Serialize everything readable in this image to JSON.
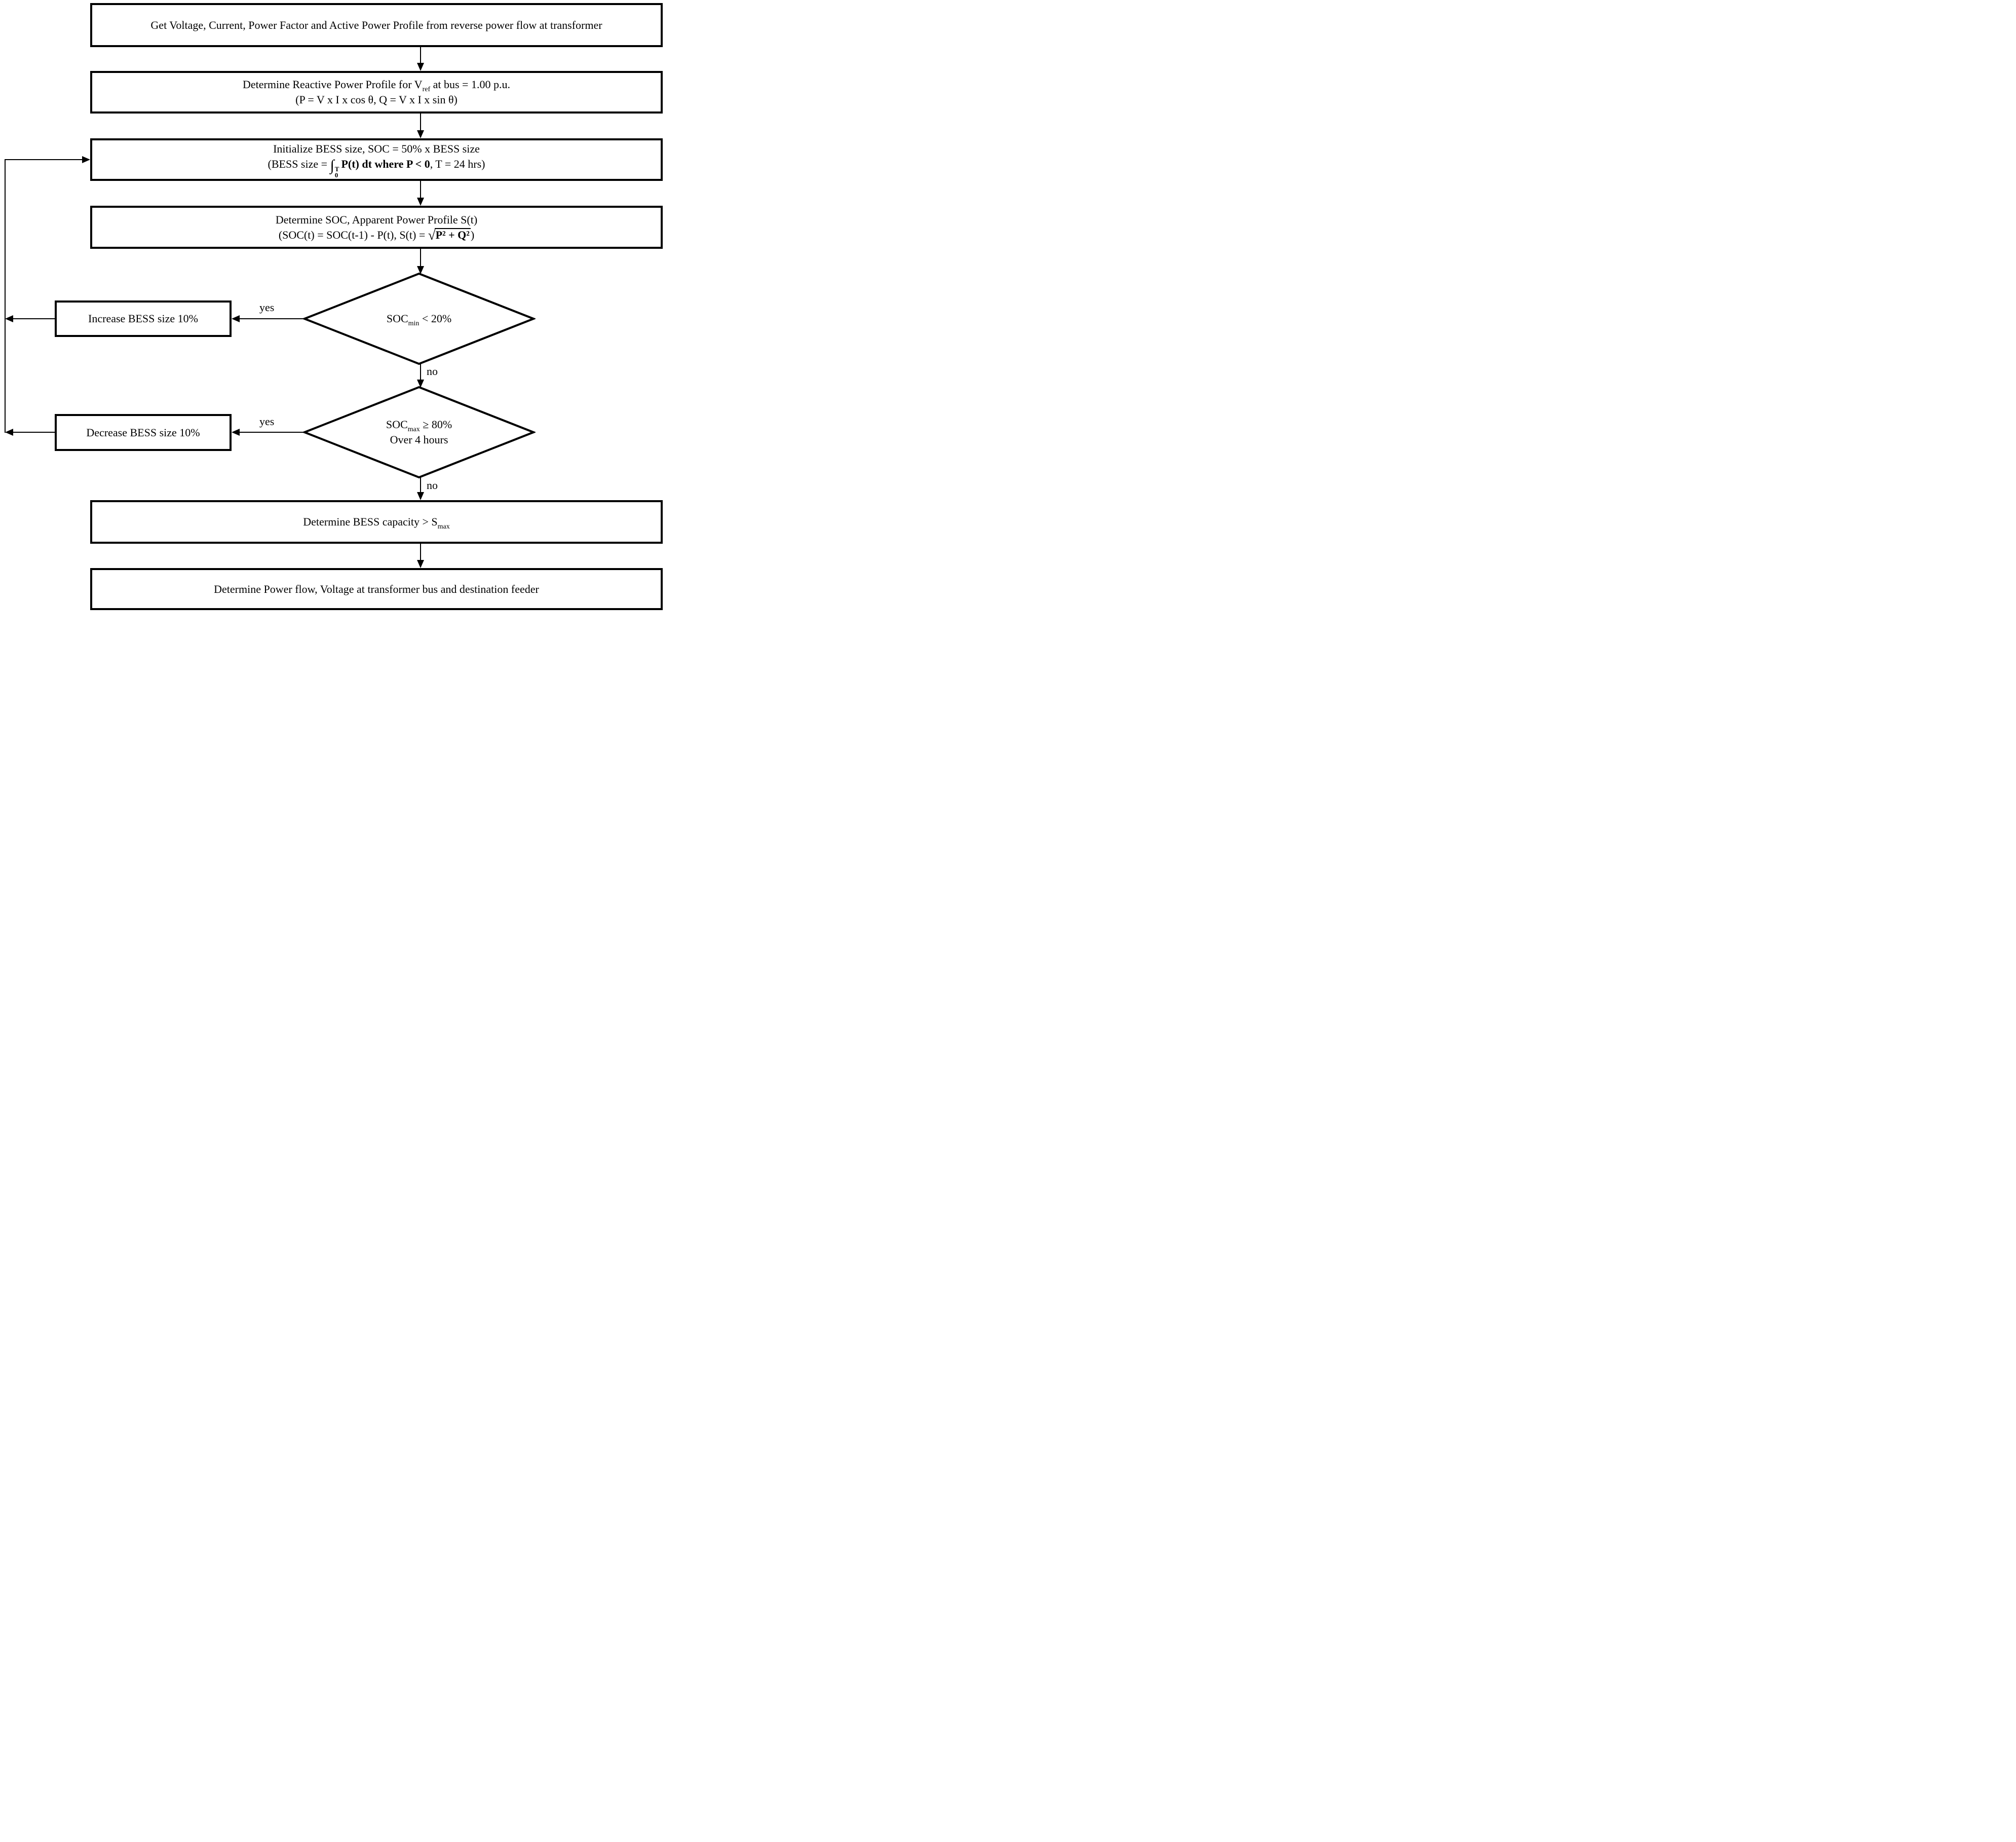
{
  "labels": {
    "d1_yes": "yes",
    "d1_no": "no",
    "d2_yes": "yes",
    "d2_no": "no"
  },
  "flowchart": {
    "nodes": [
      {
        "id": "get-profiles",
        "type": "process",
        "lines": [
          [
            {
              "t": "Get Voltage, Current, Power Factor and Active Power Profile from reverse power flow at transformer",
              "s": "n"
            }
          ]
        ]
      },
      {
        "id": "reactive-power",
        "type": "process",
        "lines": [
          [
            {
              "t": "Determine Reactive Power Profile for V",
              "s": "n"
            },
            {
              "t": "ref",
              "s": "sub"
            },
            {
              "t": " at bus = 1.00 p.u.",
              "s": "n"
            }
          ],
          [
            {
              "t": "(P = V x I x cos θ, Q = V x I x sin θ)",
              "s": "n"
            }
          ]
        ]
      },
      {
        "id": "init-bess",
        "type": "process",
        "lines": [
          [
            {
              "t": "Initialize BESS size, SOC = 50% x BESS size",
              "s": "n"
            }
          ],
          [
            {
              "t": "(BESS size = ",
              "s": "n"
            },
            {
              "t": "∫",
              "s": "int"
            },
            {
              "t": "T|0",
              "s": "limits"
            },
            {
              "t": "P(t) dt where P < 0",
              "s": "b"
            },
            {
              "t": ", T = 24 hrs)",
              "s": "n"
            }
          ]
        ]
      },
      {
        "id": "determine-soc",
        "type": "process",
        "lines": [
          [
            {
              "t": "Determine SOC, Apparent Power Profile S(t)",
              "s": "n"
            }
          ],
          [
            {
              "t": "(SOC(t) = SOC(t-1) - P(t), S(t) = ",
              "s": "n"
            },
            {
              "t": "√",
              "s": "sqrt"
            },
            {
              "t": "P² + Q²",
              "s": "rad"
            },
            {
              "t": ")",
              "s": "n"
            }
          ]
        ]
      },
      {
        "id": "soc-min",
        "type": "decision",
        "lines": [
          [
            {
              "t": "SOC",
              "s": "n"
            },
            {
              "t": "min",
              "s": "sub"
            },
            {
              "t": " < 20%",
              "s": "n"
            }
          ]
        ]
      },
      {
        "id": "increase-bess",
        "type": "process",
        "lines": [
          [
            {
              "t": "Increase BESS size 10%",
              "s": "n"
            }
          ]
        ]
      },
      {
        "id": "soc-max",
        "type": "decision",
        "lines": [
          [
            {
              "t": "SOC",
              "s": "n"
            },
            {
              "t": "max",
              "s": "sub"
            },
            {
              "t": " ≥ 80%",
              "s": "n"
            }
          ],
          [
            {
              "t": "Over 4 hours",
              "s": "n"
            }
          ]
        ]
      },
      {
        "id": "decrease-bess",
        "type": "process",
        "lines": [
          [
            {
              "t": "Decrease BESS size 10%",
              "s": "n"
            }
          ]
        ]
      },
      {
        "id": "bess-capacity",
        "type": "process",
        "lines": [
          [
            {
              "t": "Determine BESS capacity > S",
              "s": "n"
            },
            {
              "t": "max",
              "s": "sub"
            }
          ]
        ]
      },
      {
        "id": "power-flow",
        "type": "process",
        "lines": [
          [
            {
              "t": "Determine Power flow, Voltage at transformer bus and destination feeder",
              "s": "n"
            }
          ]
        ]
      }
    ]
  }
}
